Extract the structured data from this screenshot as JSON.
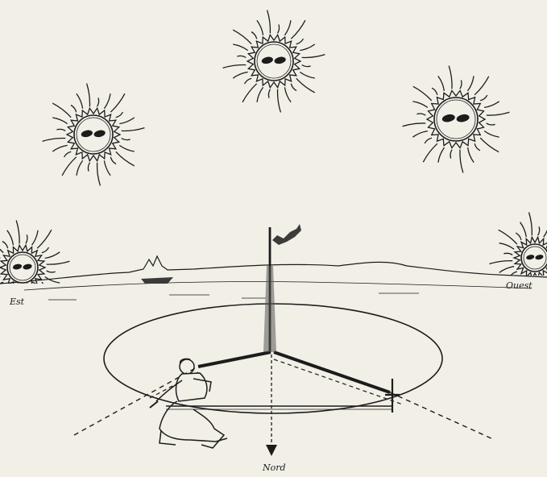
{
  "labels": {
    "east": "Est",
    "west": "Ouest",
    "north": "Nord"
  },
  "colors": {
    "background": "#f1efe6",
    "ink": "#1c1c1c",
    "shade": "#555555"
  },
  "suns": [
    {
      "name": "sun-rising-east"
    },
    {
      "name": "sun-morning"
    },
    {
      "name": "sun-noon"
    },
    {
      "name": "sun-afternoon"
    },
    {
      "name": "sun-setting-west"
    }
  ]
}
